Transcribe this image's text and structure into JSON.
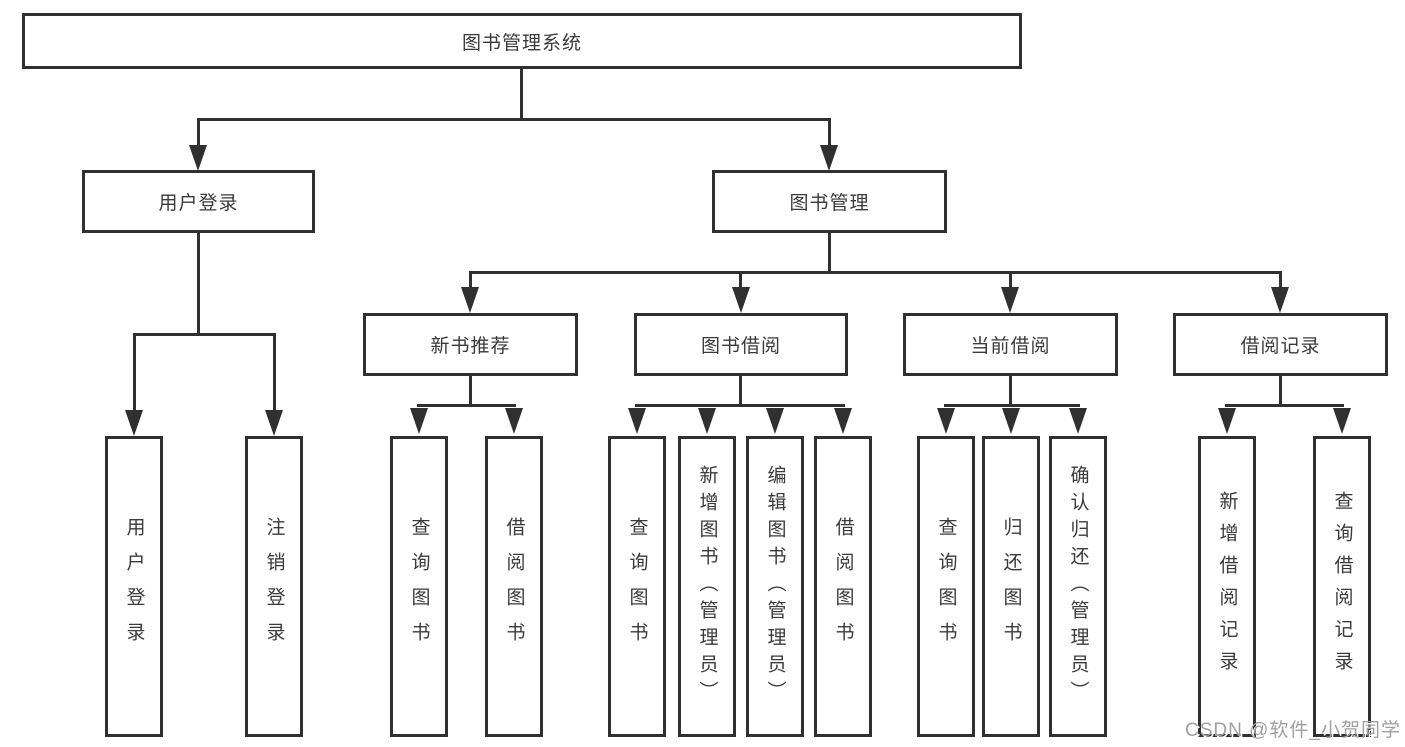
{
  "colors": {
    "line": "#303030",
    "box_border": "#303030",
    "text": "#3a3a3a",
    "background": "#ffffff",
    "watermark": "#9f9f9f"
  },
  "watermark": {
    "text": "CSDN @软件_小贺同学"
  },
  "tree": {
    "label": "图书管理系统",
    "children": [
      {
        "label": "用户登录",
        "children": [
          {
            "label": "用户登录"
          },
          {
            "label": "注销登录"
          }
        ]
      },
      {
        "label": "图书管理",
        "children": [
          {
            "label": "新书推荐",
            "children": [
              {
                "label": "查询图书"
              },
              {
                "label": "借阅图书"
              }
            ]
          },
          {
            "label": "图书借阅",
            "children": [
              {
                "label": "查询图书"
              },
              {
                "label": "新增图书（管理员）"
              },
              {
                "label": "编辑图书（管理员）"
              },
              {
                "label": "借阅图书"
              }
            ]
          },
          {
            "label": "当前借阅",
            "children": [
              {
                "label": "查询图书"
              },
              {
                "label": "归还图书"
              },
              {
                "label": "确认归还（管理员）"
              }
            ]
          },
          {
            "label": "借阅记录",
            "children": [
              {
                "label": "新增借阅记录"
              },
              {
                "label": "查询借阅记录"
              }
            ]
          }
        ]
      }
    ]
  }
}
